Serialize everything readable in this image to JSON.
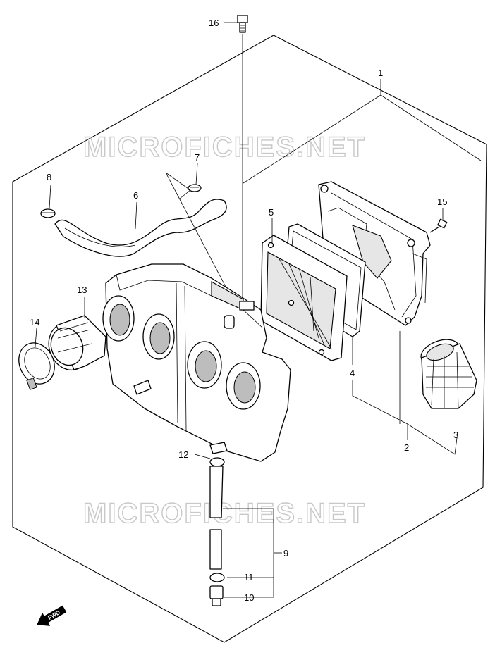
{
  "watermark": {
    "text": "MICROFICHES.NET"
  },
  "fwd_label": "FWD",
  "callouts": [
    {
      "id": "c1",
      "number": "1"
    },
    {
      "id": "c2",
      "number": "2"
    },
    {
      "id": "c3",
      "number": "3"
    },
    {
      "id": "c4",
      "number": "4"
    },
    {
      "id": "c5",
      "number": "5"
    },
    {
      "id": "c6",
      "number": "6"
    },
    {
      "id": "c7",
      "number": "7"
    },
    {
      "id": "c8",
      "number": "8"
    },
    {
      "id": "c9",
      "number": "9"
    },
    {
      "id": "c10",
      "number": "10"
    },
    {
      "id": "c11",
      "number": "11"
    },
    {
      "id": "c12",
      "number": "12"
    },
    {
      "id": "c13",
      "number": "13"
    },
    {
      "id": "c14",
      "number": "14"
    },
    {
      "id": "c15",
      "number": "15"
    },
    {
      "id": "c16",
      "number": "16"
    }
  ],
  "colors": {
    "line": "#000000",
    "watermark": "#c8c8c8",
    "background": "#ffffff"
  }
}
